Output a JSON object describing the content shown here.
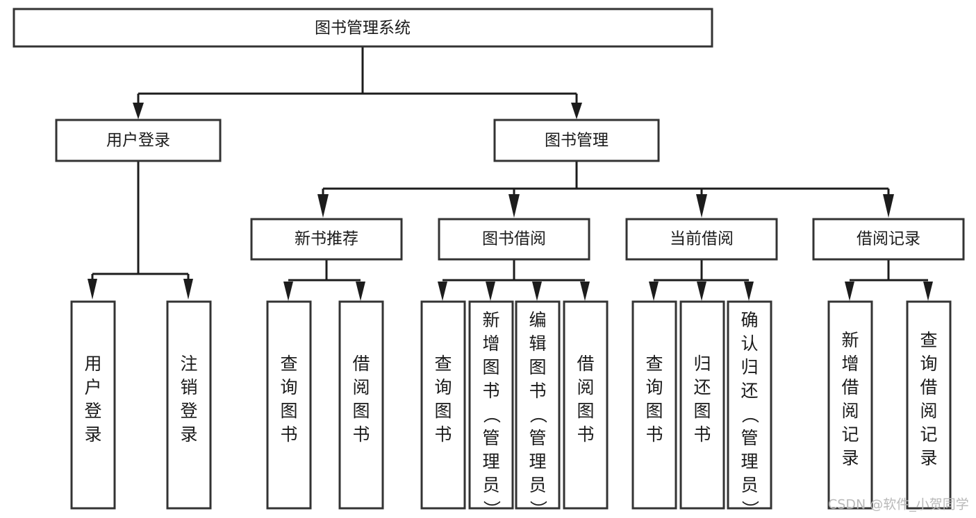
{
  "diagram": {
    "title": "图书管理系统",
    "type": "tree-structure-chart",
    "watermark": "CSDN @软件_小贺同学",
    "root": {
      "id": "root",
      "label": "图书管理系统"
    },
    "level2": [
      {
        "id": "user-login",
        "label": "用户登录"
      },
      {
        "id": "book-manage",
        "label": "图书管理"
      }
    ],
    "level3": [
      {
        "id": "new-book-recommend",
        "label": "新书推荐",
        "parent": "book-manage"
      },
      {
        "id": "book-borrow",
        "label": "图书借阅",
        "parent": "book-manage"
      },
      {
        "id": "current-borrow",
        "label": "当前借阅",
        "parent": "book-manage"
      },
      {
        "id": "borrow-record",
        "label": "借阅记录",
        "parent": "book-manage"
      }
    ],
    "leaves": [
      {
        "id": "leaf-user-login",
        "label": "用户登录",
        "parent": "user-login"
      },
      {
        "id": "leaf-logout-login",
        "label": "注销登录",
        "parent": "user-login"
      },
      {
        "id": "leaf-query-book-1",
        "label": "查询图书",
        "parent": "new-book-recommend"
      },
      {
        "id": "leaf-borrow-book-1",
        "label": "借阅图书",
        "parent": "new-book-recommend"
      },
      {
        "id": "leaf-query-book-2",
        "label": "查询图书",
        "parent": "book-borrow"
      },
      {
        "id": "leaf-add-book",
        "label": "新增图书（管理员）",
        "parent": "book-borrow"
      },
      {
        "id": "leaf-edit-book",
        "label": "编辑图书（管理员）",
        "parent": "book-borrow"
      },
      {
        "id": "leaf-borrow-book-2",
        "label": "借阅图书",
        "parent": "book-borrow"
      },
      {
        "id": "leaf-query-book-3",
        "label": "查询图书",
        "parent": "current-borrow"
      },
      {
        "id": "leaf-return-book",
        "label": "归还图书",
        "parent": "current-borrow"
      },
      {
        "id": "leaf-confirm-return",
        "label": "确认归还（管理员）",
        "parent": "current-borrow"
      },
      {
        "id": "leaf-add-record",
        "label": "新增借阅记录",
        "parent": "borrow-record"
      },
      {
        "id": "leaf-query-record",
        "label": "查询借阅记录",
        "parent": "borrow-record"
      }
    ],
    "colors": {
      "box_fill": "#ffffff",
      "box_stroke": "#333333",
      "connector": "#1c1c1c",
      "text": "#1a1a1a",
      "watermark": "#b9b9b9",
      "background": "#ffffff"
    }
  }
}
